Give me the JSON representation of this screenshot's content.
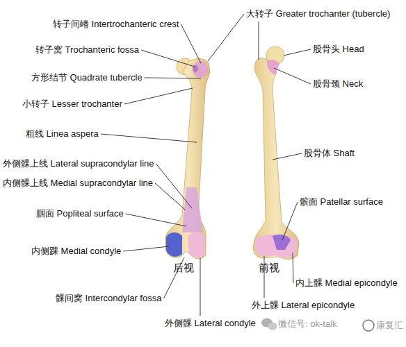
{
  "diagram": {
    "labels": [
      "转子间嵴 Intertrochanteric crest",
      "转子窝 Trochanteric fossa",
      "方形结节 Quadrate tubercle",
      "小转子 Lesser trochanter",
      "粗线 Linea aspera",
      "外侧髁上线 Lateral supracondylar line",
      "内侧髁上线 Medial supracondylar line",
      "腘面 Popliteal surface",
      "内侧踝 Medial condyle",
      "后视",
      "髁间窝 Intercondylar fossa",
      "外侧髁 Lateral condyle",
      "大转子 Greater trochanter (tubercle)",
      "股骨头 Head",
      "股骨颈 Neck",
      "股骨体 Shaft",
      "髌面 Patellar surface",
      "前视",
      "内上髁 Medial epicondyle",
      "外上髁 Lateral epicondyle",
      "微信号: ok-talk",
      "康复汇"
    ]
  }
}
